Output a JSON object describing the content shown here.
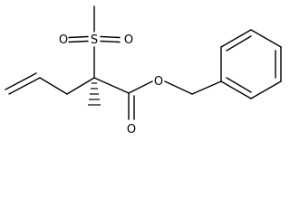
{
  "molecule": {
    "atoms": {
      "sulfonyl_s": "S",
      "sulfonyl_o_left": "O",
      "sulfonyl_o_right": "O",
      "ester_o_single": "O",
      "ester_o_double": "O"
    },
    "stereo": "wedge-bond-hashed"
  },
  "colors": {
    "bond": "#000000",
    "text": "#000000",
    "background": "#ffffff"
  }
}
